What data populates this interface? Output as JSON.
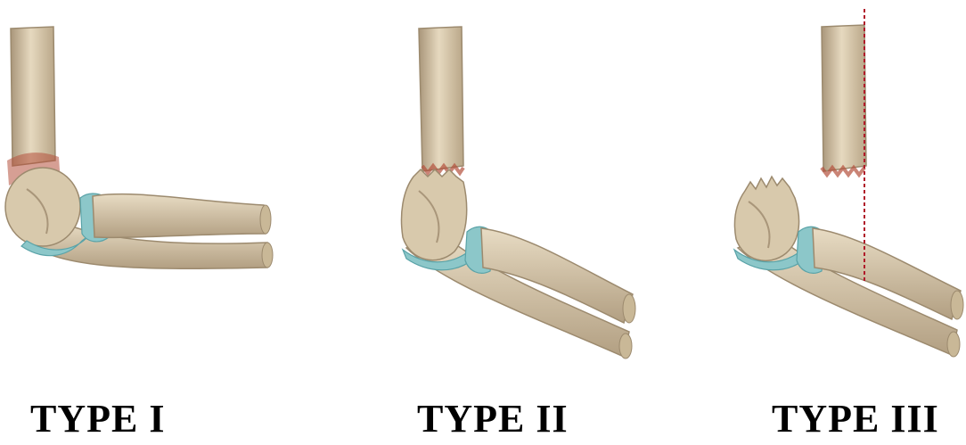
{
  "panels": [
    {
      "label": "TYPE I"
    },
    {
      "label": "TYPE II"
    },
    {
      "label": "TYPE III"
    }
  ],
  "colors": {
    "bone_fill": "#d8c9ac",
    "bone_shade": "#a9967a",
    "bone_highlight": "#efe5d2",
    "cartilage": "#8cc7c9",
    "cartilage_edge": "#5aa3a8",
    "fracture": "#b4503c",
    "guideline": "#b01a2a"
  },
  "icons": [
    "elbow-type-i-illustration",
    "elbow-type-ii-illustration",
    "elbow-type-iii-illustration"
  ]
}
